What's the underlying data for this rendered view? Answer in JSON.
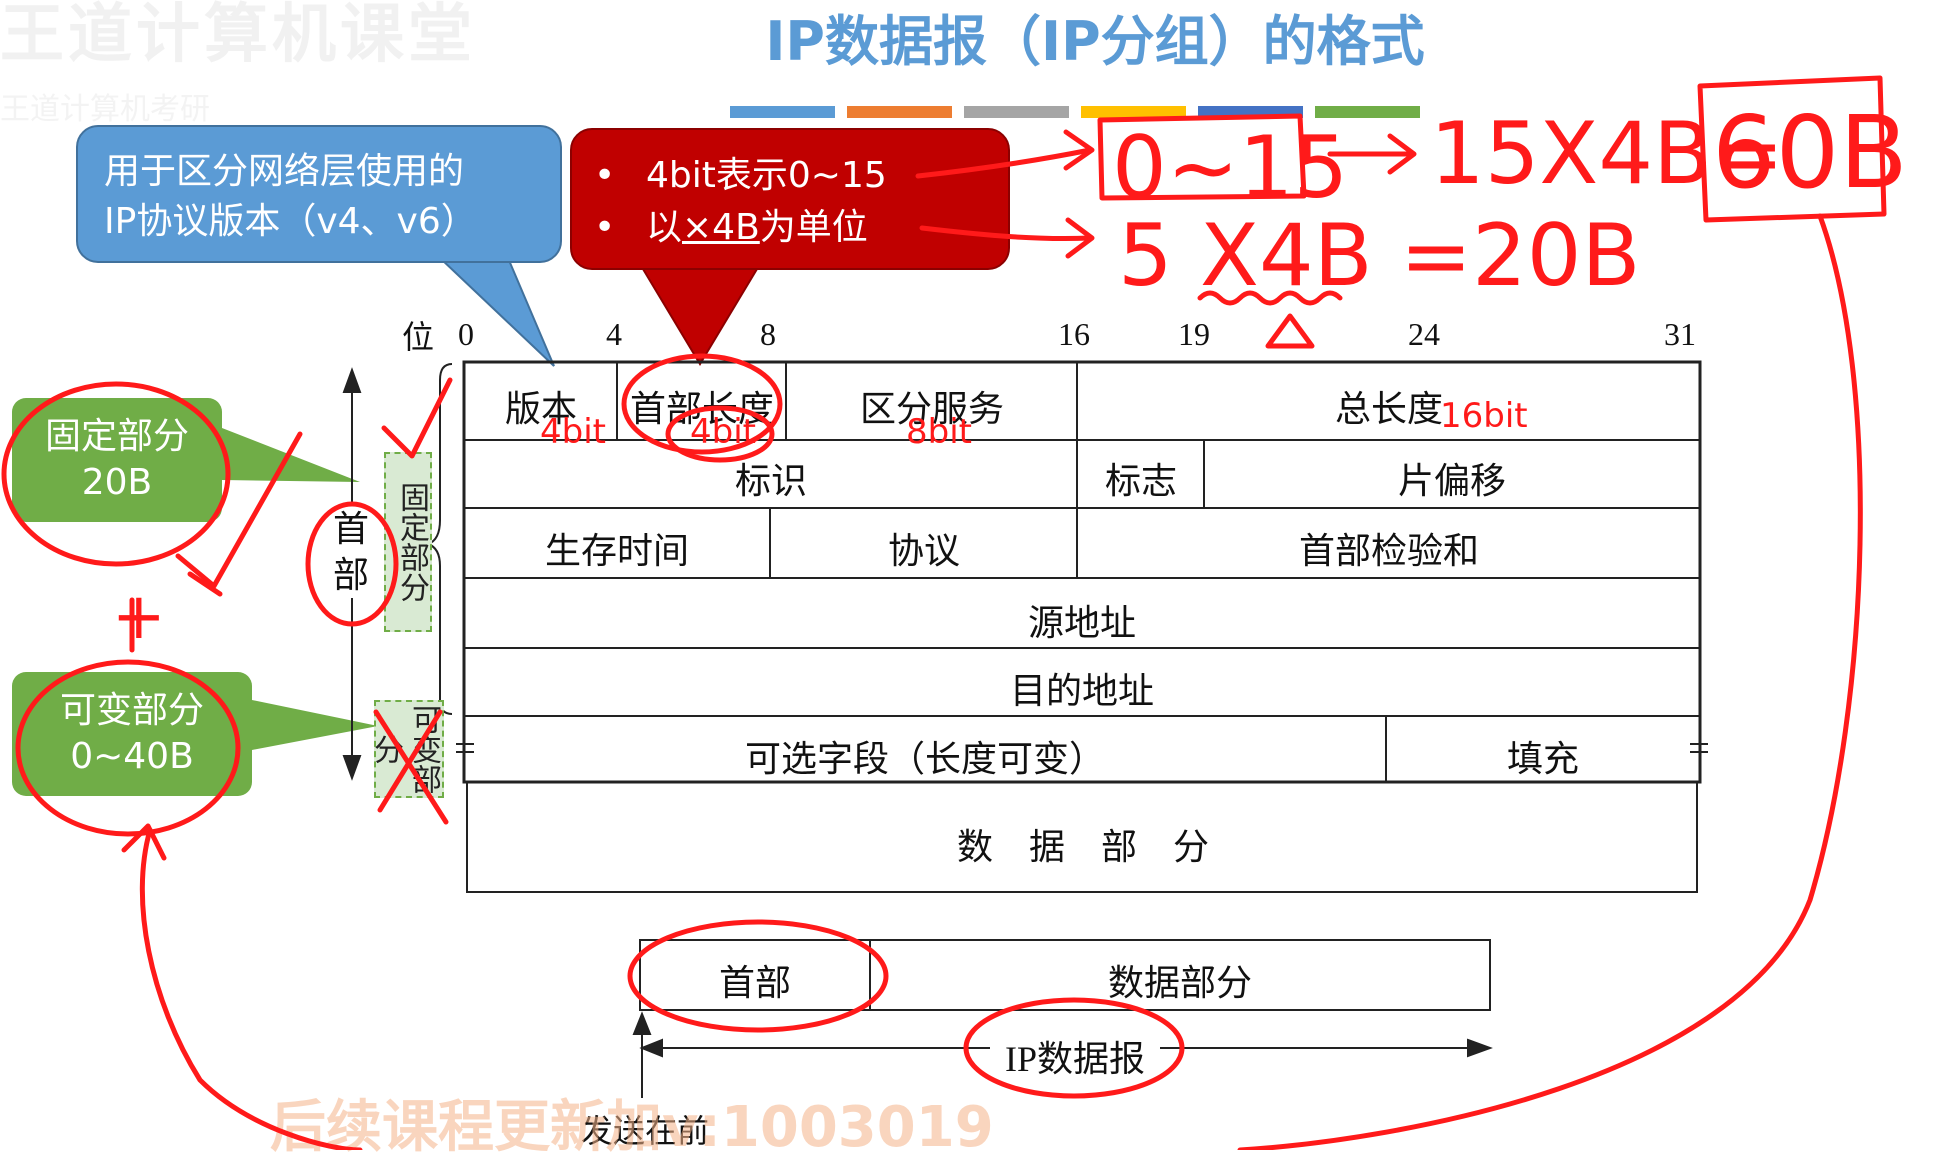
{
  "watermark": {
    "top_text": "王道计算机课堂",
    "top_sub": "王道计算机考研",
    "bottom_text": "后续课程更新加v:1003019"
  },
  "slide": {
    "title": "IP数据报（IP分组）的格式",
    "strip_colors": [
      "#5b9bd5",
      "#ed7d31",
      "#a5a5a5",
      "#ffc000",
      "#4472c4",
      "#70ad47"
    ]
  },
  "callouts": {
    "blue": {
      "line1": "用于区分网络层使用的",
      "line2": "IP协议版本（v4、v6）"
    },
    "red": {
      "bullet": "•",
      "line1": "4bit表示0~15",
      "line2_prefix": "以",
      "line2_underlined": "×4B",
      "line2_suffix": "为单位"
    },
    "fixed": {
      "line1": "固定部分",
      "line2": "20B"
    },
    "variable": {
      "line1": "可变部分",
      "line2": "0~40B"
    }
  },
  "bit_ruler": {
    "label": "位",
    "ticks": [
      "0",
      "4",
      "8",
      "16",
      "19",
      "24",
      "31"
    ]
  },
  "header_table": {
    "row1": [
      "版本",
      "首部长度",
      "区分服务",
      "总长度"
    ],
    "row2": [
      "标识",
      "标志",
      "片偏移"
    ],
    "row3": [
      "生存时间",
      "协议",
      "首部检验和"
    ],
    "row4": [
      "源地址"
    ],
    "row5": [
      "目的地址"
    ],
    "row6": [
      "可选字段（长度可变）",
      "填充"
    ],
    "data_row": "数　据　部　分"
  },
  "side_labels": {
    "header": "首部",
    "fixed": "固定部分",
    "variable": "可变部分"
  },
  "packet_diagram": {
    "header": "首部",
    "data": "数据部分",
    "label": "IP数据报",
    "send_first": "发送在前"
  },
  "annotations": {
    "version_bits": "4bit",
    "header_len_bits": "4bit",
    "service_bits": "8bit",
    "total_len_bits": "16bit",
    "range": "0~15",
    "calc_max": "15X4B=",
    "max_result": "60B",
    "calc_min": "5 X4B =20B",
    "plus": "+"
  }
}
